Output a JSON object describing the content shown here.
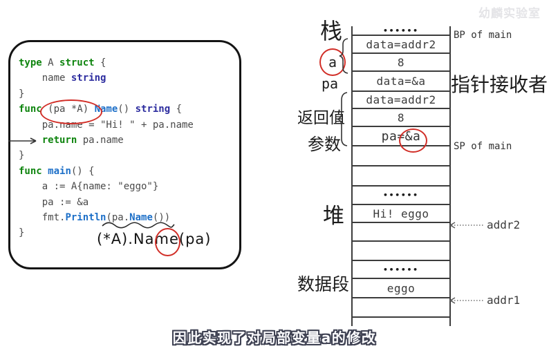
{
  "watermark": "幼麟实验室",
  "subtitle": "因此实现了对局部变量a的修改",
  "code": {
    "lines": [
      [
        "type",
        " A ",
        "struct",
        " {"
      ],
      [
        "    name ",
        "string"
      ],
      [
        "}"
      ],
      [
        "func",
        " (pa *A) ",
        "Name",
        "() ",
        "string",
        " {"
      ],
      [
        "    pa.name = \"Hi! \" + pa.name"
      ],
      [
        "    ",
        "return",
        " pa.name"
      ],
      [
        "}"
      ],
      [
        "func",
        " ",
        "main",
        "() {"
      ],
      [
        "    a := A{name: \"eggo\"}"
      ],
      [
        "    pa := &a"
      ],
      [
        "    fmt.",
        "Println",
        "(pa.",
        "Name",
        "())"
      ],
      [
        "}"
      ]
    ],
    "annotation": "(*A).Name(pa)"
  },
  "memory": {
    "rows": [
      "••••••",
      "data=addr2",
      "8",
      "data=&a",
      "data=addr2",
      "8",
      "pa=&a",
      "",
      "",
      "••••••",
      "Hi! eggo",
      "",
      "",
      "••••••",
      "eggo",
      "",
      ""
    ],
    "left_labels": {
      "stack": "栈",
      "var_a": "a",
      "pa": "pa",
      "return_value": "返回值",
      "params": "参数",
      "heap": "堆",
      "data_segment": "数据段"
    },
    "right_labels": {
      "bp": "BP of main",
      "pointer_receiver": "指针接收者",
      "sp": "SP of main",
      "addr2": "addr2",
      "addr1": "addr1"
    }
  },
  "colors": {
    "keyword_green": "#0e840e",
    "function_blue": "#1e70c8",
    "type_indigo": "#2d2d9f",
    "annotation_red": "#d12e27"
  }
}
